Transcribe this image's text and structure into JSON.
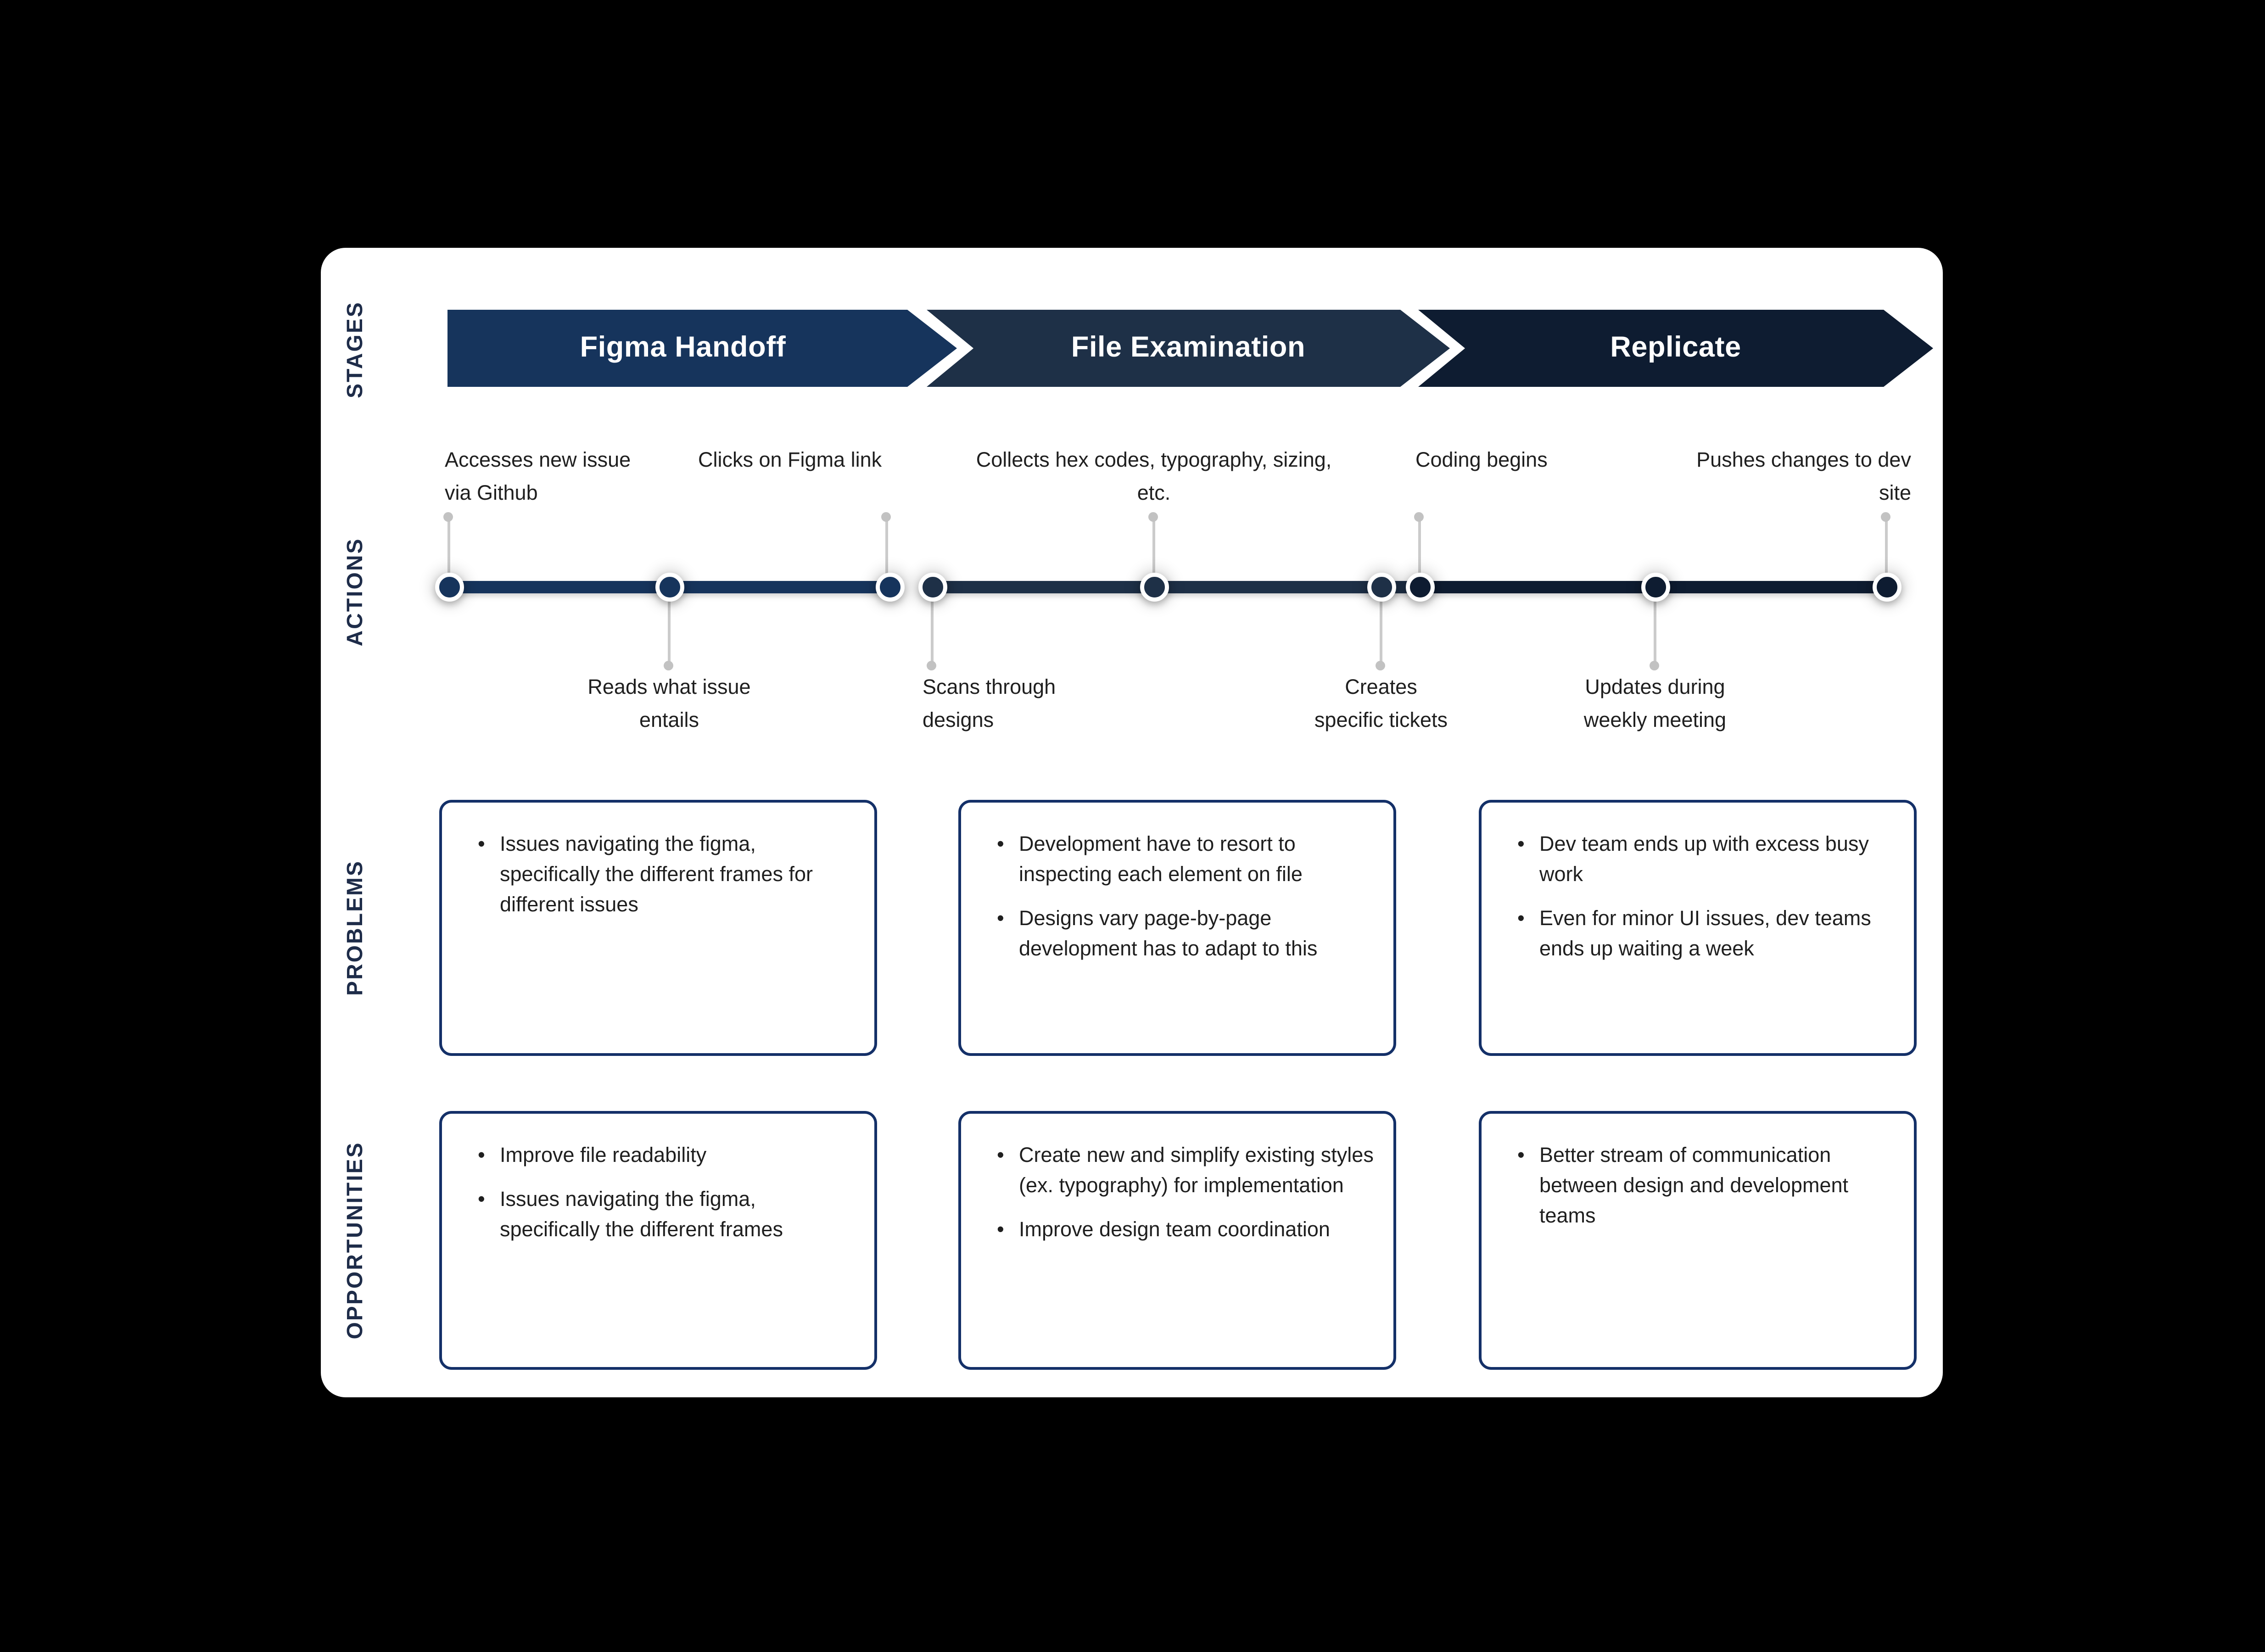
{
  "row_labels": {
    "stages": "STAGES",
    "actions": "ACTIONS",
    "problems": "PROBLEMS",
    "opportunities": "OPPORTUNITIES"
  },
  "stages": [
    {
      "label": "Figma Handoff",
      "color": "#16345c"
    },
    {
      "label": "File Examination",
      "color": "#1e3047"
    },
    {
      "label": "Replicate",
      "color": "#0e1c31"
    }
  ],
  "actions_top": [
    {
      "lines": [
        "Accesses new issue",
        "via Github"
      ]
    },
    {
      "lines": [
        "Clicks on Figma link"
      ]
    },
    {
      "lines": [
        "Collects hex codes, typography, sizing,",
        "etc."
      ]
    },
    {
      "lines": [
        "Coding begins"
      ]
    },
    {
      "lines": [
        "Pushes changes to dev",
        "site"
      ]
    }
  ],
  "actions_bottom": [
    {
      "lines": [
        "Reads what issue",
        "entails"
      ]
    },
    {
      "lines": [
        "Scans through",
        "designs"
      ]
    },
    {
      "lines": [
        "Creates",
        "specific tickets"
      ]
    },
    {
      "lines": [
        "Updates during",
        "weekly meeting"
      ]
    }
  ],
  "problems": [
    {
      "bullets": [
        "Issues navigating the figma, specifically the different frames for different issues"
      ]
    },
    {
      "bullets": [
        "Development have to resort to inspecting each element on file",
        "Designs vary page-by-page development has to adapt to this"
      ]
    },
    {
      "bullets": [
        "Dev team ends up with excess busy work",
        "Even for minor UI issues, dev teams ends up waiting a week"
      ]
    }
  ],
  "opportunities": [
    {
      "bullets": [
        "Improve file readability",
        "Issues navigating the figma, specifically the different frames"
      ]
    },
    {
      "bullets": [
        "Create new and simplify existing styles (ex. typography) for implementation",
        "Improve design team coordination"
      ]
    },
    {
      "bullets": [
        "Better stream of communication between design and development teams"
      ]
    }
  ],
  "colors": {
    "background": "#000000",
    "card": "#ffffff",
    "stage1": "#16345c",
    "stage2": "#1e3047",
    "stage3": "#0e1c31",
    "box_border": "#143068",
    "row_label": "#1e2c49",
    "body_text": "#1f1f1f",
    "connector": "#c9c9c9"
  }
}
